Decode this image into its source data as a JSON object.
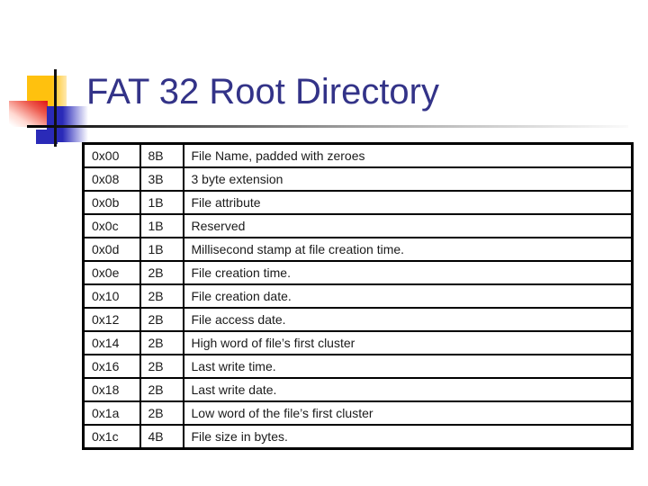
{
  "slide": {
    "title": "FAT 32 Root Directory"
  },
  "table": {
    "columns": [
      "offset",
      "size",
      "description"
    ],
    "rows": [
      {
        "offset": "0x00",
        "size": "8B",
        "description": "File Name, padded with zeroes"
      },
      {
        "offset": "0x08",
        "size": "3B",
        "description": "3 byte extension"
      },
      {
        "offset": "0x0b",
        "size": "1B",
        "description": "File attribute"
      },
      {
        "offset": "0x0c",
        "size": "1B",
        "description": "Reserved"
      },
      {
        "offset": "0x0d",
        "size": "1B",
        "description": "Millisecond stamp at file creation time."
      },
      {
        "offset": "0x0e",
        "size": "2B",
        "description": "File creation time."
      },
      {
        "offset": "0x10",
        "size": "2B",
        "description": "File creation date."
      },
      {
        "offset": "0x12",
        "size": "2B",
        "description": "File access date."
      },
      {
        "offset": "0x14",
        "size": "2B",
        "description": "High word of file’s first cluster"
      },
      {
        "offset": "0x16",
        "size": "2B",
        "description": "Last write time."
      },
      {
        "offset": "0x18",
        "size": "2B",
        "description": "Last write date."
      },
      {
        "offset": "0x1a",
        "size": "2B",
        "description": "Low word of the file’s first cluster"
      },
      {
        "offset": "0x1c",
        "size": "4B",
        "description": "File size in bytes."
      }
    ]
  },
  "colors": {
    "title_text": "#333388",
    "table_text": "#1a1a1a",
    "table_border": "#000000",
    "decor_yellow": "#ffc10e",
    "decor_red": "#df1414",
    "decor_blue": "#2a2ab8",
    "rule_dark": "#000000",
    "rule_light": "#fafafa",
    "background": "#ffffff"
  }
}
